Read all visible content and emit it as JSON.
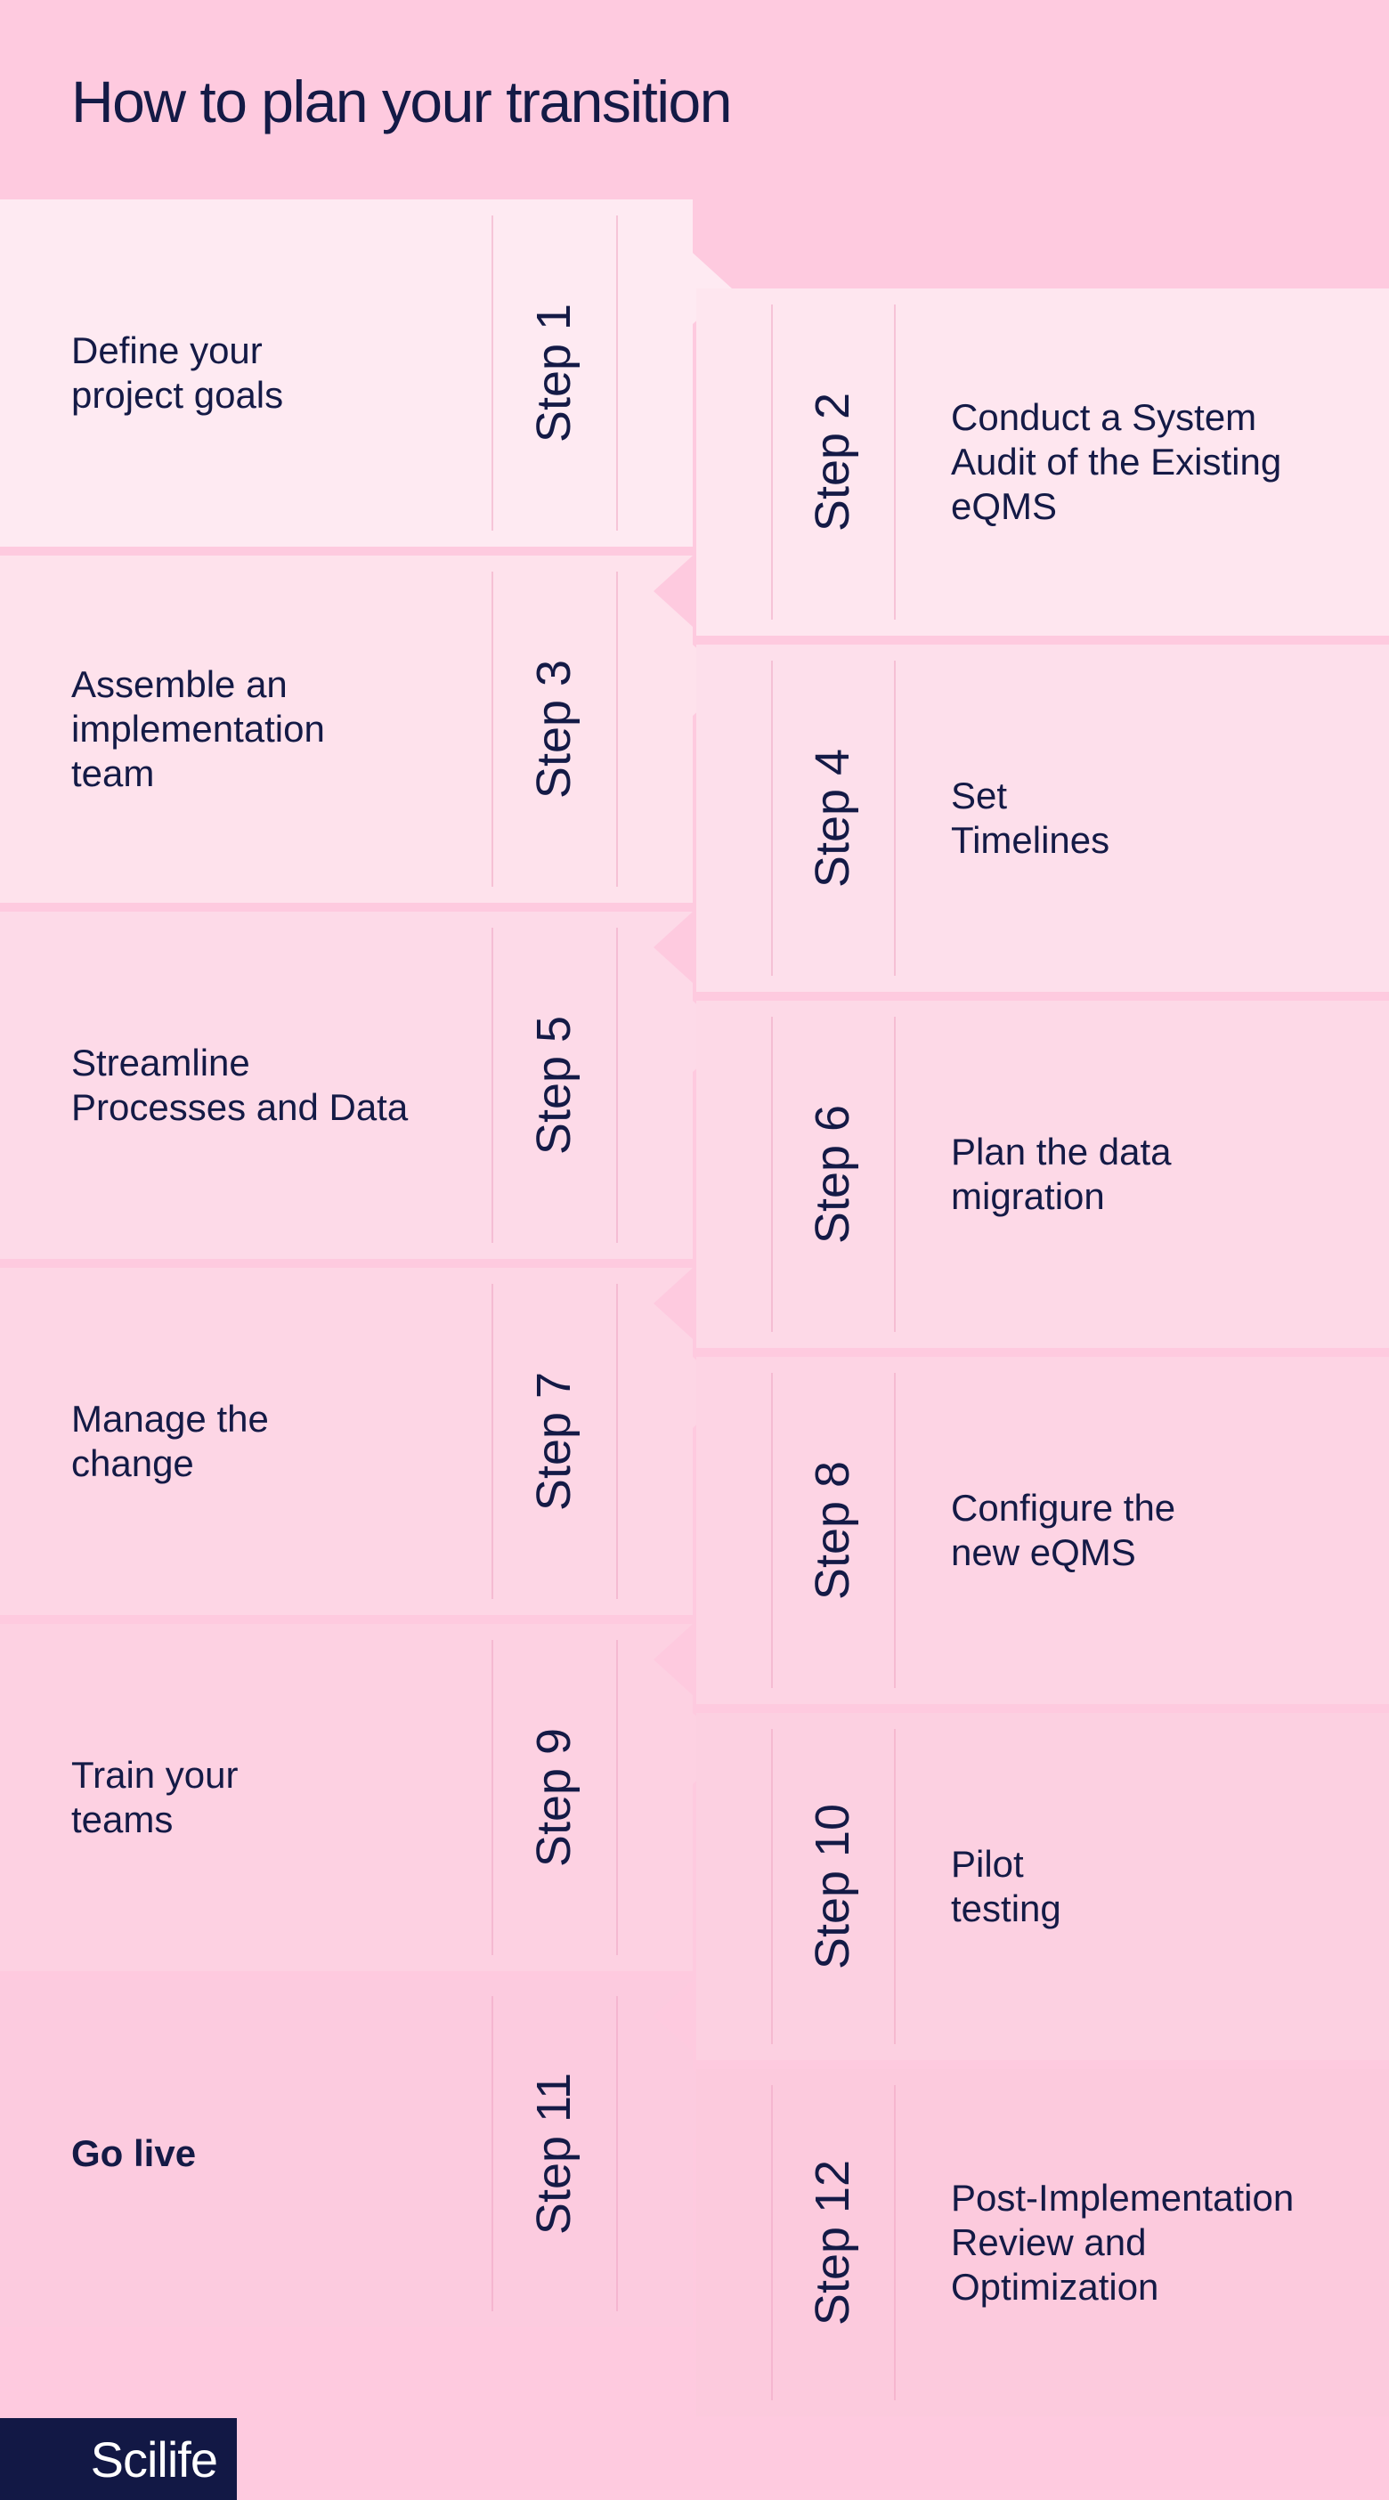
{
  "title": "How to plan your transition",
  "colors": {
    "background": "#fecadf",
    "text": "#141a46",
    "logo_background": "#121845",
    "logo_text": "#ffffff"
  },
  "steps": [
    {
      "label": "Step 1",
      "text": "Define your\nproject goals",
      "bold": false
    },
    {
      "label": "Step 2",
      "text": "Conduct a System\nAudit of the Existing\neQMS",
      "bold": false
    },
    {
      "label": "Step 3",
      "text": "Assemble an\nimplementation\nteam",
      "bold": false
    },
    {
      "label": "Step 4",
      "text": "Set\nTimelines",
      "bold": false
    },
    {
      "label": "Step 5",
      "text": "Streamline\nProcesses and Data",
      "bold": false
    },
    {
      "label": "Step 6",
      "text": "Plan the data\nmigration",
      "bold": false
    },
    {
      "label": "Step 7",
      "text": "Manage the\nchange",
      "bold": false
    },
    {
      "label": "Step 8",
      "text": "Configure the\nnew eQMS",
      "bold": false
    },
    {
      "label": "Step 9",
      "text": "Train your\nteams",
      "bold": false
    },
    {
      "label": "Step 10",
      "text": "Pilot\ntesting",
      "bold": false
    },
    {
      "label": "Step 11",
      "text": "Go live",
      "bold": true
    },
    {
      "label": "Step 12",
      "text": "Post-Implementation\nReview and\nOptimization",
      "bold": false
    }
  ],
  "logo": "Scilife"
}
